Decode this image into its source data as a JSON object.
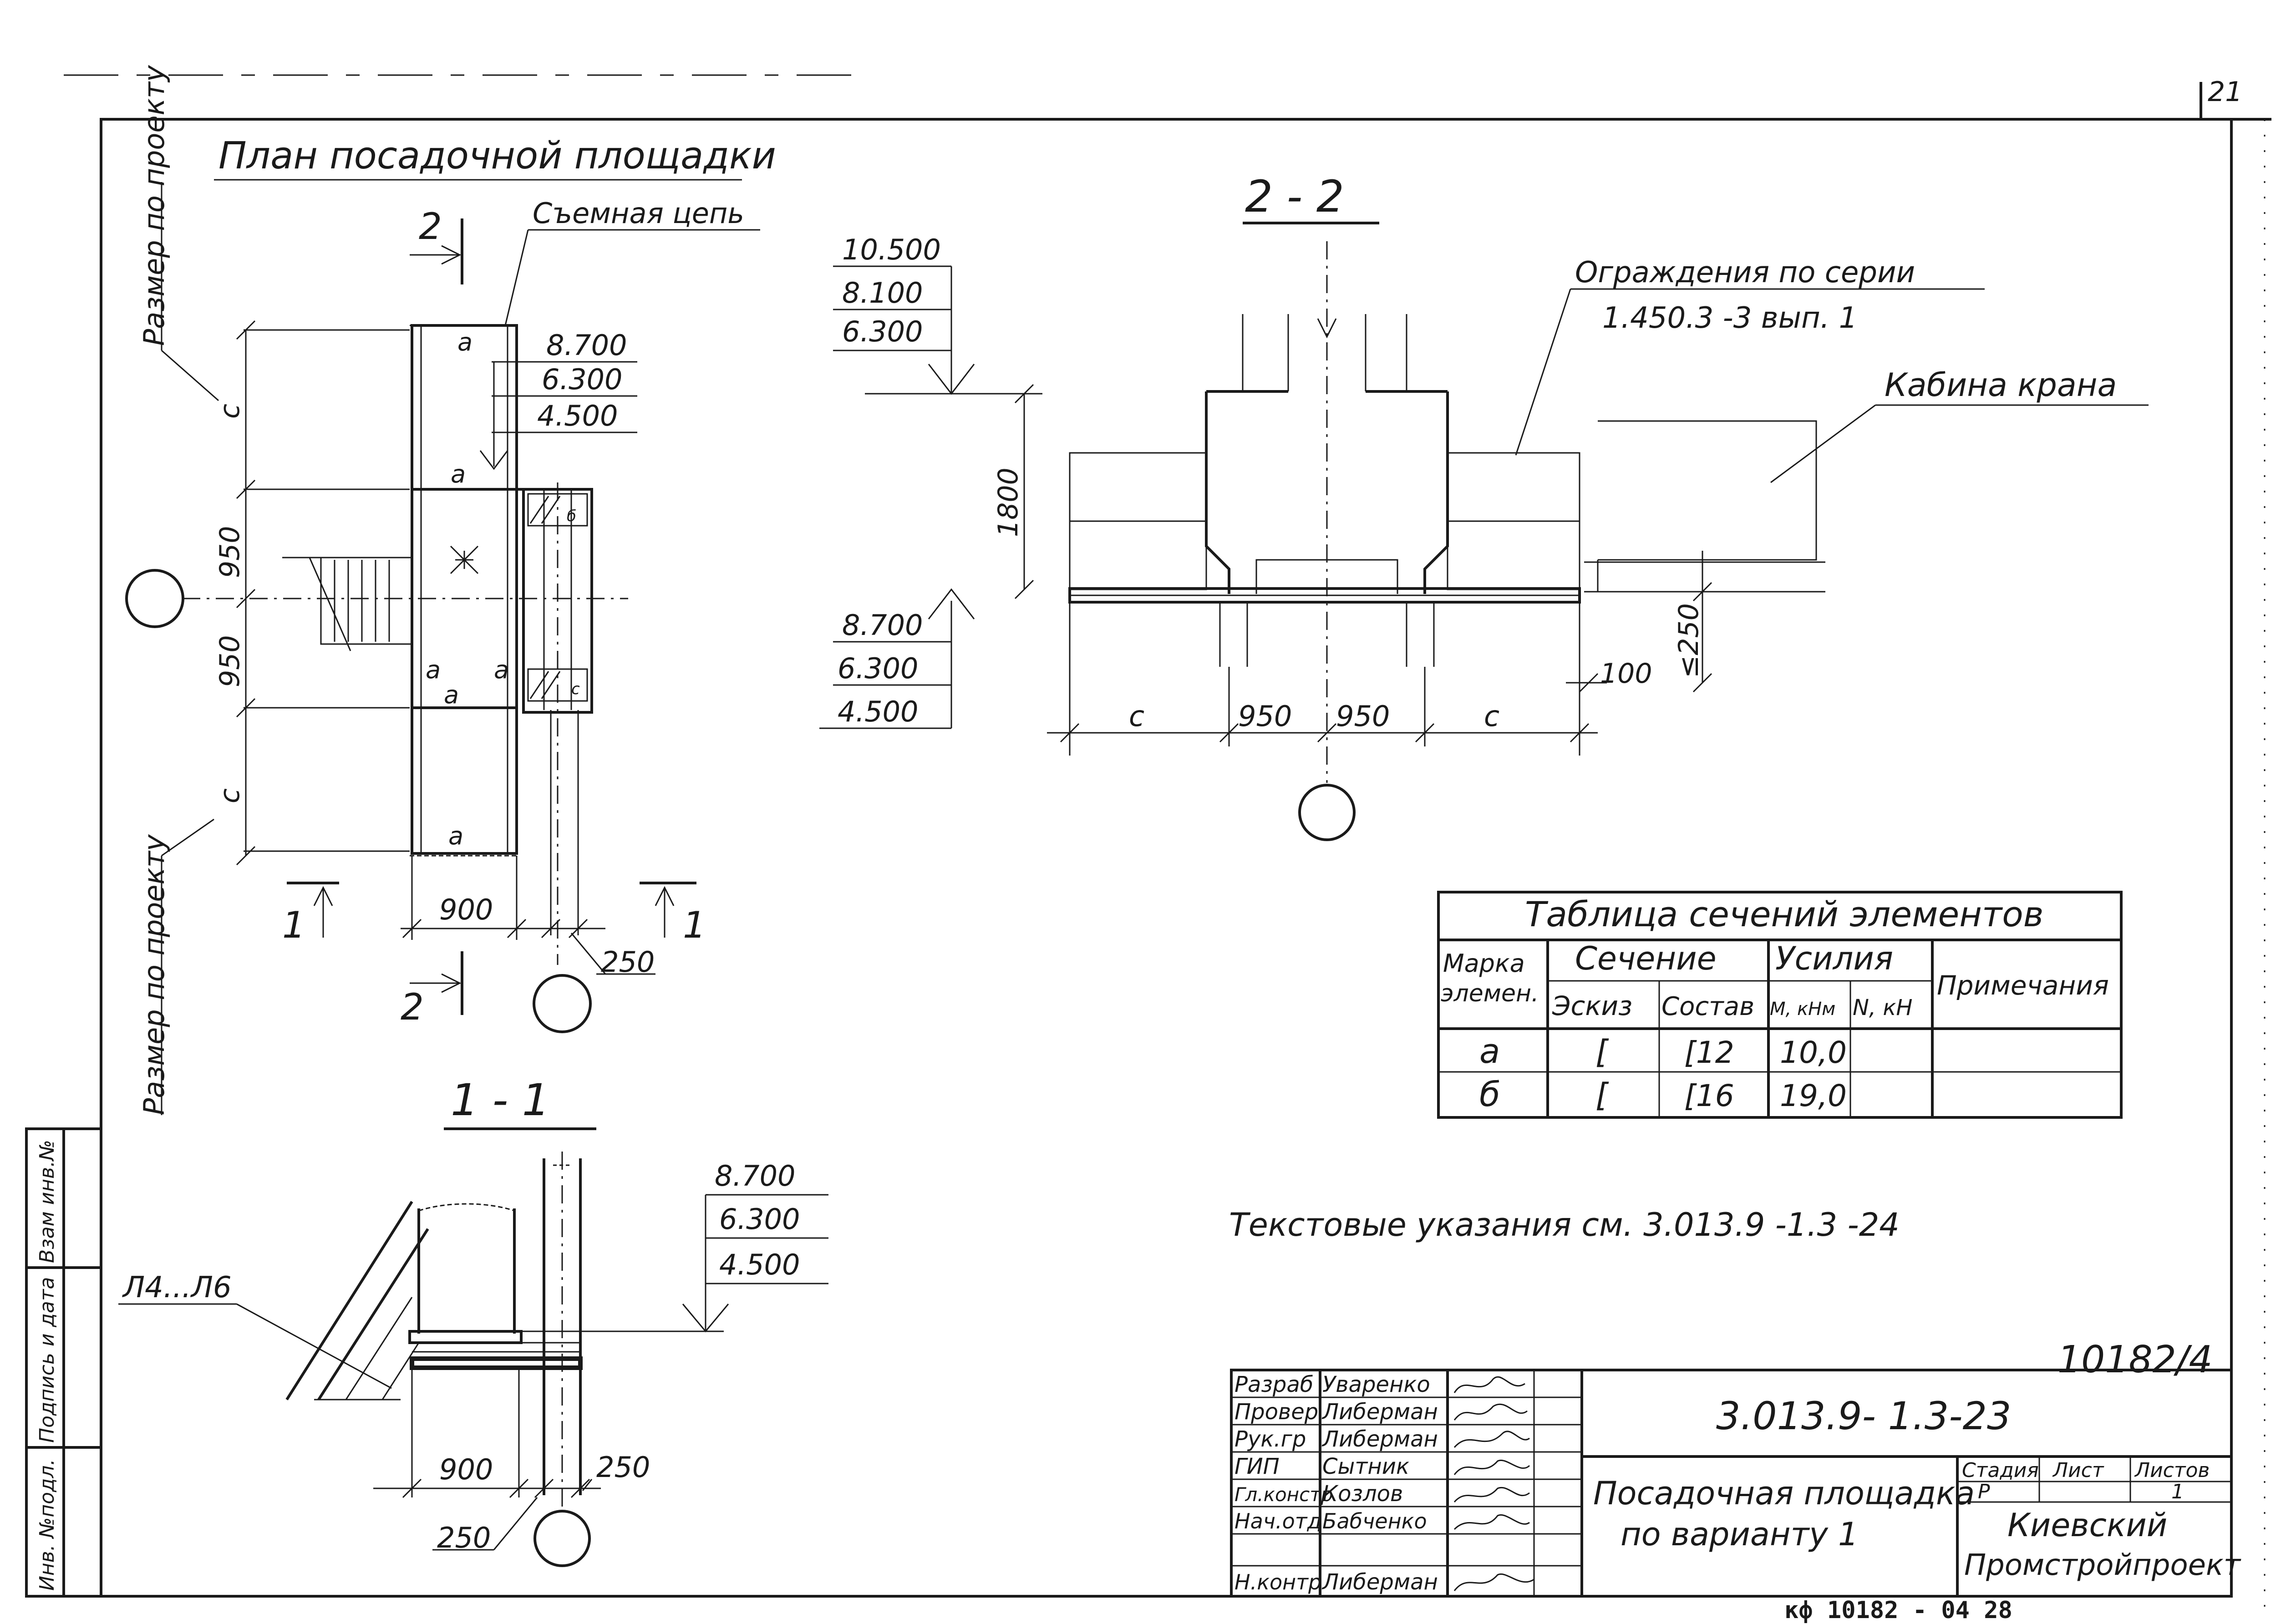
{
  "sheet_corner": "21",
  "plan": {
    "title": "План посадочной площадки",
    "label_chain": "Съемная цепь",
    "label_size_top": "Размер по проекту",
    "label_size_bottom": "Размер по проекту",
    "section_2_top": "2",
    "section_2_bottom": "2",
    "section_1_left": "1",
    "section_1_right": "1",
    "levels": [
      "8.700",
      "6.300",
      "4.500"
    ],
    "dims_vertical": [
      "c",
      "950",
      "950",
      "c"
    ],
    "dim_900": "900",
    "dim_250": "250",
    "mark_a": "а",
    "mark_b": "б",
    "mark_c": "с"
  },
  "section_2_2": {
    "title": "2 - 2",
    "levels_top": [
      "10.500",
      "8.100",
      "6.300"
    ],
    "levels_bottom": [
      "8.700",
      "6.300",
      "4.500"
    ],
    "dim_1800": "1800",
    "dims_horizontal": [
      "c",
      "950",
      "950",
      "c"
    ],
    "dim_100": "100",
    "dim_250": "≤250",
    "label_fence_1": "Ограждения по серии",
    "label_fence_2": "1.450.3 -3  вып. 1",
    "label_cabin": "Кабина крана"
  },
  "section_1_1": {
    "title": "1 - 1",
    "levels": [
      "8.700",
      "6.300",
      "4.500"
    ],
    "label_ladder": "Л4...Л6",
    "dim_900": "900",
    "dim_250_right": "250",
    "dim_250_left": "250"
  },
  "table": {
    "title": "Таблица сечений элементов",
    "h_mark_1": "Марка",
    "h_mark_2": "элемен.",
    "h_section": "Сечение",
    "h_sketch": "Эскиз",
    "h_composition": "Состав",
    "h_forces": "Усилия",
    "h_m": "М, кНм",
    "h_n": "N, кН",
    "h_notes": "Примечания",
    "rows": [
      {
        "mark": "а",
        "sketch": "[",
        "composition": "[12",
        "m": "10,0",
        "n": ""
      },
      {
        "mark": "б",
        "sketch": "[",
        "composition": "[16",
        "m": "19,0",
        "n": ""
      }
    ]
  },
  "text_note": "Текстовые указания  см. 3.013.9 -1.3 -24",
  "inventory_number": "10182/4",
  "title_block": {
    "doc_code": "3.013.9- 1.3-23",
    "doc_title_1": "Посадочная площадка",
    "doc_title_2": "по варианту 1",
    "h_stage": "Стадия",
    "h_sheet": "Лист",
    "h_sheets": "Листов",
    "stage": "Р",
    "sheet": "",
    "sheets": "1",
    "org_1": "Киевский",
    "org_2": "Промстройпроект",
    "roles": [
      {
        "role": "Разраб",
        "name": "Уваренко"
      },
      {
        "role": "Провер",
        "name": "Либерман"
      },
      {
        "role": "Рук.гр",
        "name": "Либерман"
      },
      {
        "role": "ГИП",
        "name": "Сытник"
      },
      {
        "role": "Гл.констр",
        "name": "Козлов"
      },
      {
        "role": "Нач.отд",
        "name": "Бабченко"
      },
      {
        "role": "",
        "name": ""
      },
      {
        "role": "Н.контр",
        "name": "Либерман"
      }
    ],
    "footer_code": "кф 10182 - 04  28"
  },
  "side_stamp": {
    "inv_orig": "Инв. №подл.",
    "sign_date": "Подпись и дата",
    "replace_inv": "Взам инв.№"
  }
}
